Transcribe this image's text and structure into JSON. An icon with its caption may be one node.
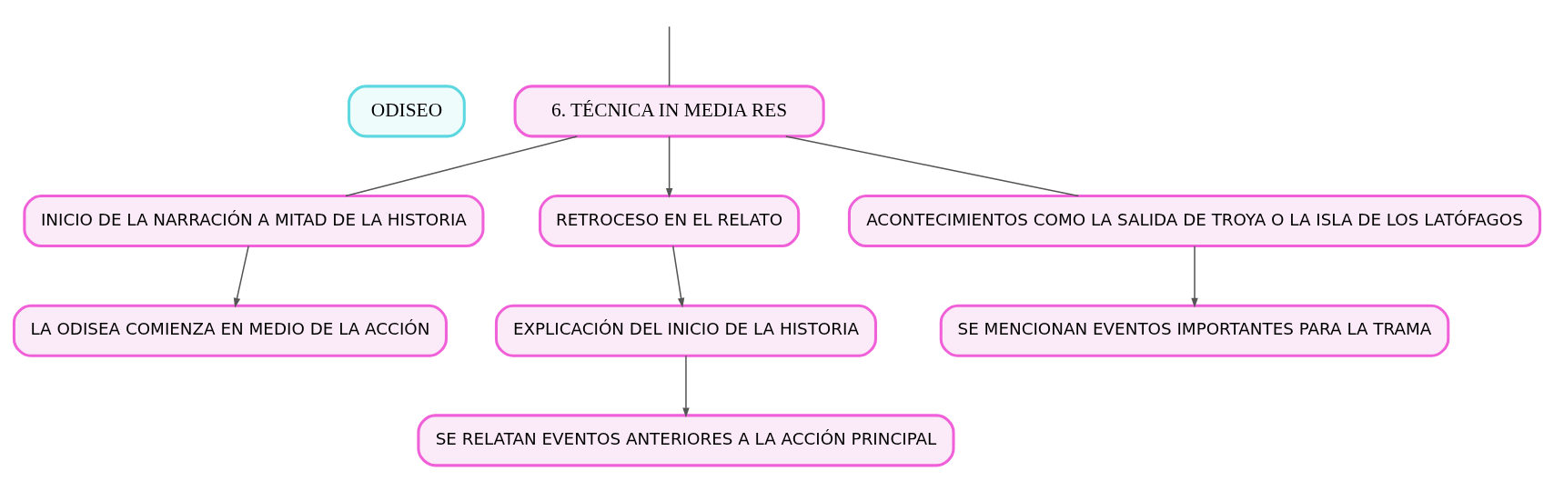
{
  "diagram": {
    "nodes": [
      {
        "text": [
          "ODISEO"
        ]
      },
      {
        "text": [
          "6. TÉCNICA IN MEDIA RES"
        ]
      },
      {
        "text": [
          "INICIO DE LA NARRACIÓN A MITAD DE LA HISTORIA"
        ]
      },
      {
        "text": [
          "RETROCESO EN EL RELATO"
        ]
      },
      {
        "text": [
          "ACONTECIMIENTOS COMO LA SALIDA DE TROYA O LA ISLA DE LOS LATÓFAGOS"
        ]
      },
      {
        "text": [
          "LA ODISEA COMIENZA EN MEDIO DE LA ACCIÓN"
        ]
      },
      {
        "text": [
          "EXPLICACIÓN DEL INICIO DE LA HISTORIA"
        ]
      },
      {
        "text": [
          "SE MENCIONAN EVENTOS IMPORTANTES PARA LA TRAMA"
        ]
      },
      {
        "text": [
          "SE RELATAN EVENTOS ANTERIORES A LA ACCIÓN PRINCIPAL"
        ]
      }
    ],
    "edges": [
      {
        "from": null,
        "to": 1,
        "arrow": "none"
      },
      {
        "from": 1,
        "to": 2,
        "arrow": "none"
      },
      {
        "from": 1,
        "to": 3,
        "arrow": "to"
      },
      {
        "from": 1,
        "to": 4,
        "arrow": "none"
      },
      {
        "from": 2,
        "to": 5,
        "arrow": "to"
      },
      {
        "from": 3,
        "to": 6,
        "arrow": "to"
      },
      {
        "from": 6,
        "to": 8,
        "arrow": "to"
      },
      {
        "from": 4,
        "to": 7,
        "arrow": "to"
      }
    ]
  }
}
